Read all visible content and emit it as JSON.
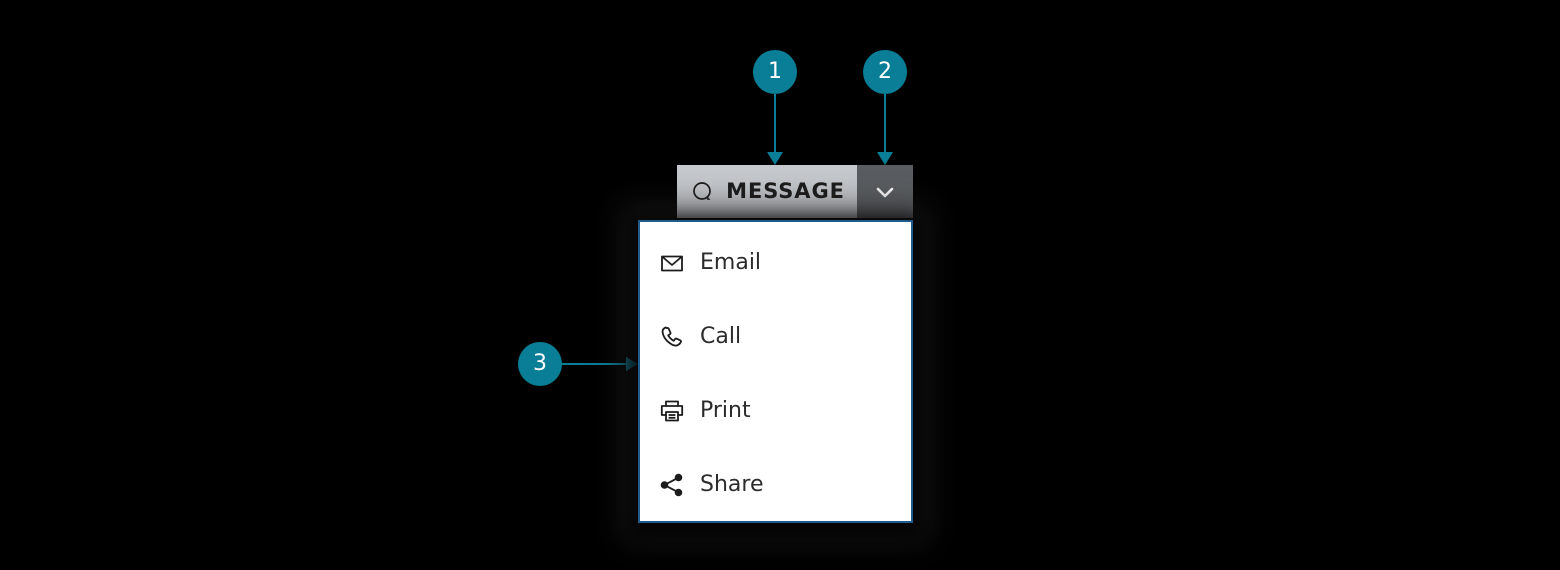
{
  "background_color": "#000000",
  "theme": {
    "accent_teal": "#0a7e96",
    "button_face": "#c6cace",
    "toggle_face": "#5a5e62",
    "panel_border": "#1f5c8b",
    "panel_background": "#ffffff",
    "text_dark": "#1b1b1b",
    "menu_text": "#2b2b2b"
  },
  "split_button": {
    "label": "MESSAGE",
    "leading_icon": "message-bubble-icon",
    "toggle_icon": "chevron-down-icon",
    "toggle_state": "expanded"
  },
  "dropdown_menu": {
    "items": [
      {
        "label": "Email",
        "icon": "envelope-icon"
      },
      {
        "label": "Call",
        "icon": "phone-icon"
      },
      {
        "label": "Print",
        "icon": "printer-icon"
      },
      {
        "label": "Share",
        "icon": "share-nodes-icon"
      }
    ]
  },
  "callouts": [
    {
      "number": "1",
      "target": "split-button-main-label",
      "direction": "down"
    },
    {
      "number": "2",
      "target": "split-button-toggle",
      "direction": "down"
    },
    {
      "number": "3",
      "target": "dropdown-menu-panel",
      "direction": "right"
    }
  ]
}
